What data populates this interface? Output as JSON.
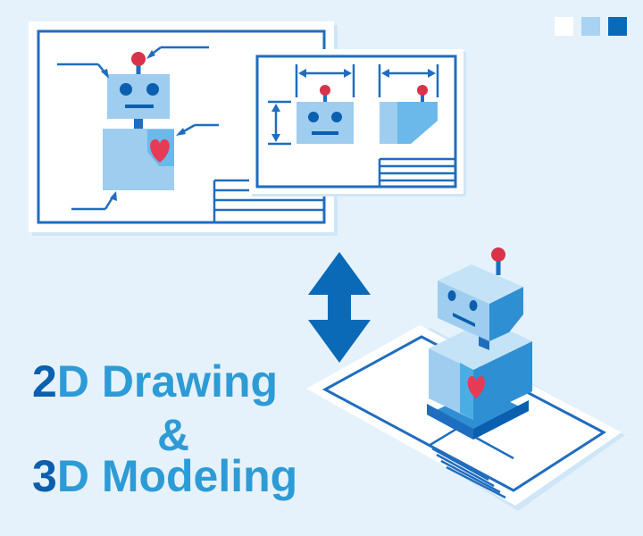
{
  "title": {
    "line1_num": "2",
    "line1_rest": "D Drawing",
    "line2": "&",
    "line3_num": "3",
    "line3_rest": "D Modeling"
  },
  "colors": {
    "background": "#e6f2fb",
    "text_dark_blue": "#0a5fae",
    "text_light_blue": "#2d9bd6",
    "line_blue": "#1f6dbf",
    "robot_light": "#9ecdf0",
    "robot_side": "#4aaee4",
    "antenna_red": "#d8334a",
    "heart_red": "#e63b54",
    "paper": "#ffffff"
  },
  "icons": [
    "square-white-icon",
    "square-light-blue-icon",
    "square-dark-blue-icon",
    "double-arrow-icon",
    "heart-icon",
    "robot-icon"
  ]
}
